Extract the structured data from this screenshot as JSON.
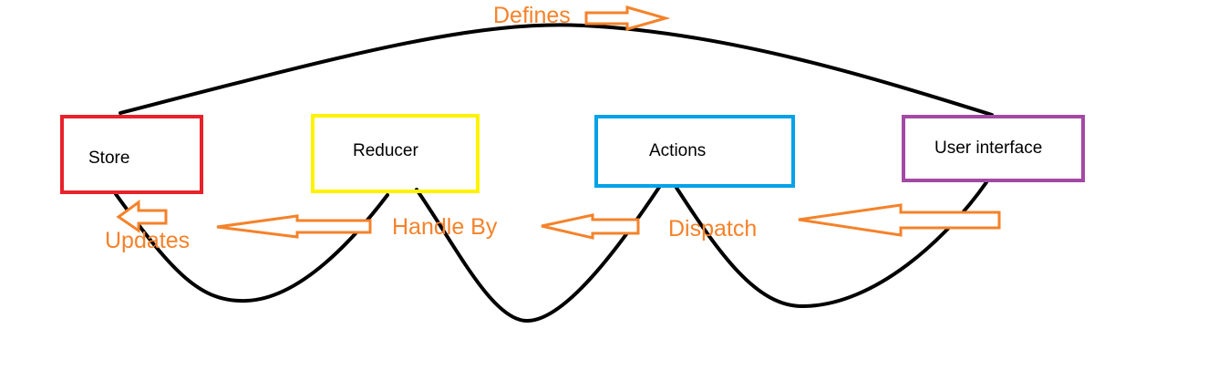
{
  "nodes": [
    {
      "id": "store",
      "label": "Store",
      "color": "#e8222b"
    },
    {
      "id": "reducer",
      "label": "Reducer",
      "color": "#fff200"
    },
    {
      "id": "actions",
      "label": "Actions",
      "color": "#00a2e8"
    },
    {
      "id": "ui",
      "label": "User interface",
      "color": "#a349a4"
    }
  ],
  "edges": [
    {
      "from": "store",
      "to": "ui",
      "label": "Defines"
    },
    {
      "from": "reducer",
      "to": "store",
      "label": "Updates"
    },
    {
      "from": "actions",
      "to": "reducer",
      "label": "Handle By"
    },
    {
      "from": "ui",
      "to": "actions",
      "label": "Dispatch"
    }
  ],
  "arrow_color": "#f5822a",
  "line_color": "#000000"
}
